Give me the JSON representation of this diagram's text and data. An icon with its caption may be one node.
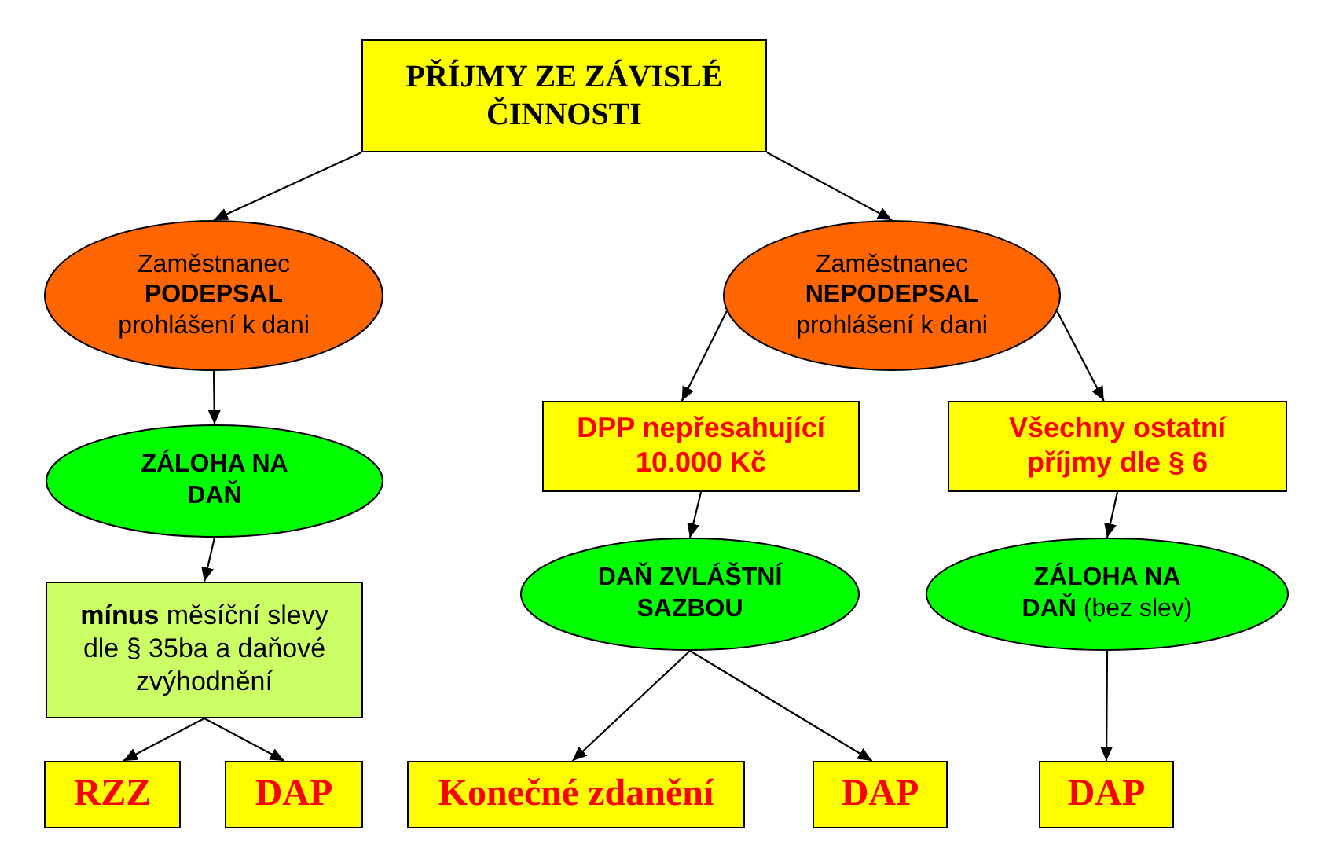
{
  "diagram": {
    "nodes": [
      {
        "text": [
          "PŘÍJMY ZE ZÁVISLÉ ČINNOSTI"
        ]
      },
      {
        "text": [
          "Zaměstnanec **PODEPSAL** prohlášení k dani"
        ]
      },
      {
        "text": [
          "Zaměstnanec **NEPODEPSAL** prohlášení k dani"
        ]
      },
      {
        "text": [
          "ZÁLOHA NA DAŇ"
        ]
      },
      {
        "text": [
          "DPP nepřesahující 10.000 Kč"
        ]
      },
      {
        "text": [
          "Všechny ostatní příjmy dle § 6"
        ]
      },
      {
        "text": [
          "**mínus** měsíční slevy dle § 35ba a daňové zvýhodnění"
        ]
      },
      {
        "text": [
          "DAŇ ZVLÁŠTNÍ SAZBOU"
        ]
      },
      {
        "text": [
          "**ZÁLOHA NA DAŇ** (bez slev)"
        ]
      },
      {
        "text": [
          "RZZ"
        ]
      },
      {
        "text": [
          "DAP"
        ]
      },
      {
        "text": [
          "Konečné zdanění"
        ]
      },
      {
        "text": [
          "DAP"
        ]
      },
      {
        "text": [
          "DAP"
        ]
      }
    ],
    "edges": [
      {
        "from": 0,
        "to": 1,
        "arrow": "to"
      },
      {
        "from": 0,
        "to": 2,
        "arrow": "to"
      },
      {
        "from": 1,
        "to": 3,
        "arrow": "to"
      },
      {
        "from": 2,
        "to": 4,
        "arrow": "to"
      },
      {
        "from": 2,
        "to": 5,
        "arrow": "to"
      },
      {
        "from": 3,
        "to": 6,
        "arrow": "to"
      },
      {
        "from": 4,
        "to": 7,
        "arrow": "to"
      },
      {
        "from": 5,
        "to": 8,
        "arrow": "to"
      },
      {
        "from": 6,
        "to": 9,
        "arrow": "to"
      },
      {
        "from": 6,
        "to": 10,
        "arrow": "to"
      },
      {
        "from": 7,
        "to": 11,
        "arrow": "to"
      },
      {
        "from": 7,
        "to": 12,
        "arrow": "to"
      },
      {
        "from": 8,
        "to": 13,
        "arrow": "to"
      }
    ]
  }
}
